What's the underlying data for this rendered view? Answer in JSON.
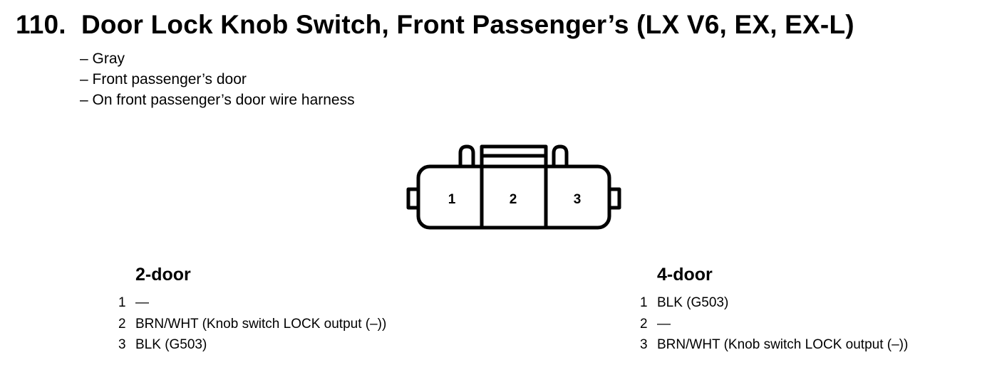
{
  "header": {
    "number": "110.",
    "title": "Door Lock Knob Switch, Front Passenger’s (LX V6, EX, EX-L)"
  },
  "details": [
    "– Gray",
    "– Front passenger’s door",
    "– On front passenger’s door wire harness"
  ],
  "connector": {
    "pins": [
      "1",
      "2",
      "3"
    ]
  },
  "tables": {
    "two_door": {
      "heading": "2-door",
      "rows": [
        {
          "pin": "1",
          "desc": "—"
        },
        {
          "pin": "2",
          "desc": "BRN/WHT (Knob switch LOCK output (–))"
        },
        {
          "pin": "3",
          "desc": "BLK (G503)"
        }
      ]
    },
    "four_door": {
      "heading": "4-door",
      "rows": [
        {
          "pin": "1",
          "desc": "BLK (G503)"
        },
        {
          "pin": "2",
          "desc": "—"
        },
        {
          "pin": "3",
          "desc": "BRN/WHT (Knob switch LOCK output (–))"
        }
      ]
    }
  }
}
